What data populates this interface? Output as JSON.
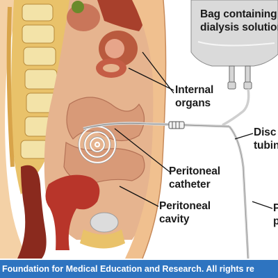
{
  "labels": {
    "bag_line1": "Bag containing",
    "bag_line2": "dialysis solution",
    "organs_line1": "Internal",
    "organs_line2": "organs",
    "disc_line1": "Disc",
    "disc_line2": "tubing",
    "catheter_line1": "Peritoneal",
    "catheter_line2": "catheter",
    "cavity_line1": "Peritoneal",
    "cavity_line2": "cavity",
    "p_line1": "P",
    "p_line2": "p"
  },
  "footer": {
    "text": "Foundation for Medical Education and Research.  All rights re"
  },
  "colors": {
    "footer_bg": "#2e74c0",
    "label_text": "#1a1a1a",
    "skin": "#f2c79a",
    "spine": "#e8d58a",
    "organs": "#c98a6a",
    "uterus": "#b53a2e",
    "bag": "#cfcfcf",
    "leader_lines": "#111111"
  }
}
